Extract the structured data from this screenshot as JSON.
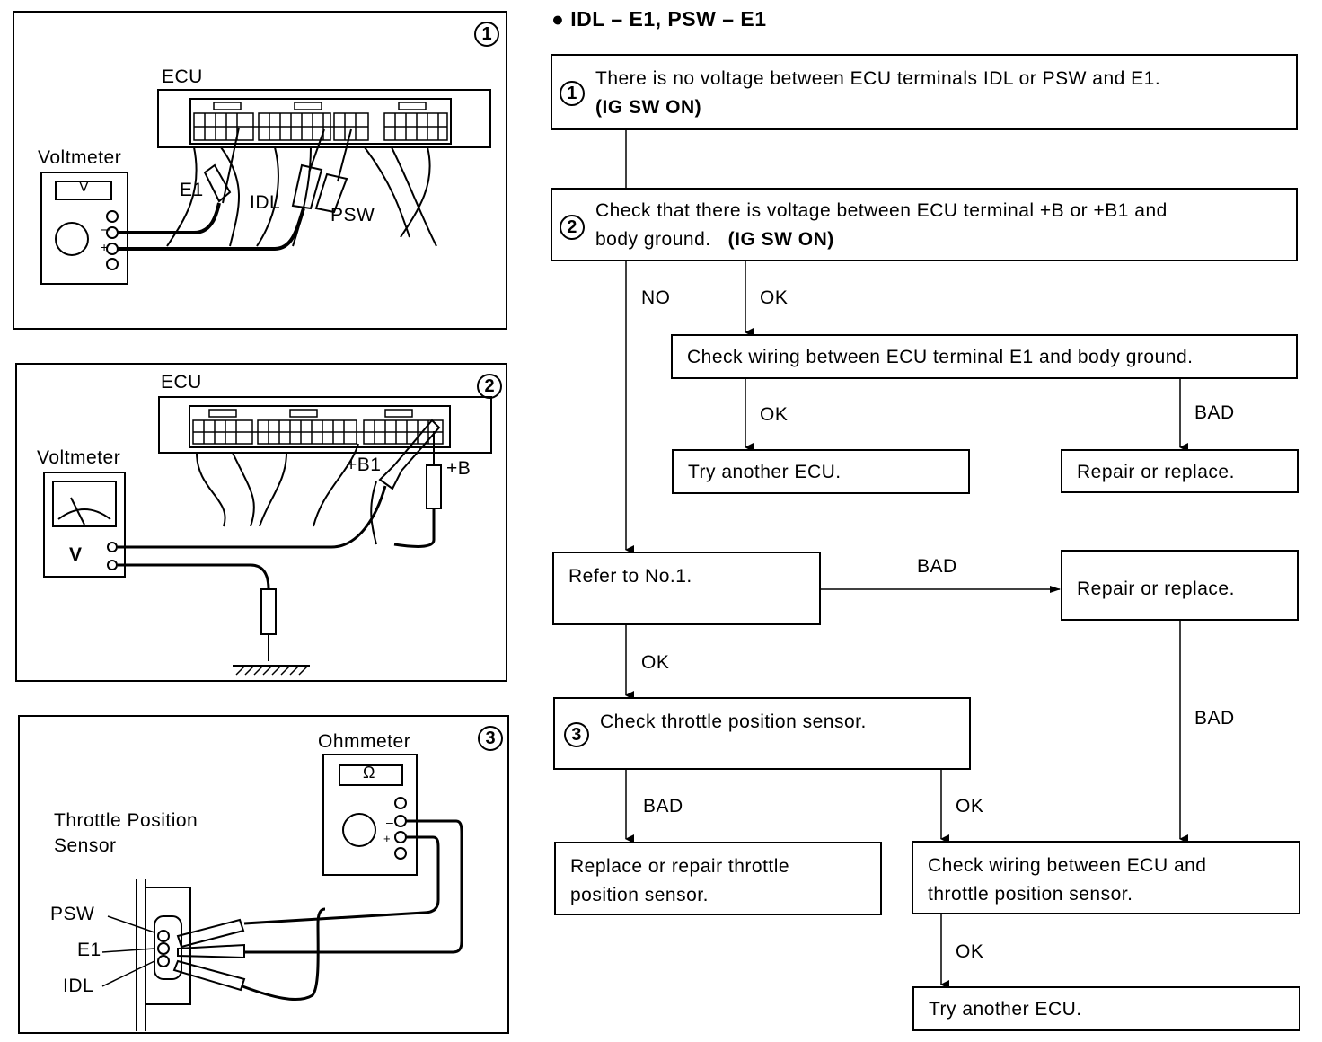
{
  "heading": "IDL – E1, PSW – E1",
  "panels": {
    "p1": {
      "num": "1",
      "ecu": "ECU",
      "meter": "Voltmeter",
      "meter_face": "V",
      "e1": "E1",
      "idl": "IDL",
      "psw": "PSW"
    },
    "p2": {
      "num": "2",
      "ecu": "ECU",
      "meter": "Voltmeter",
      "meter_face": "V",
      "b1": "+B1",
      "b": "+B"
    },
    "p3": {
      "num": "3",
      "meter": "Ohmmeter",
      "meter_face": "Ω",
      "sensor_line1": "Throttle Position",
      "sensor_line2": "Sensor",
      "psw": "PSW",
      "e1": "E1",
      "idl": "IDL"
    }
  },
  "flow": {
    "step1": {
      "num": "1",
      "line1": "There is no voltage between ECU terminals IDL or PSW and E1.",
      "line2": "(IG SW ON)"
    },
    "step2": {
      "num": "2",
      "line1": "Check that there is voltage between ECU terminal +B or +B1 and",
      "line2a": "body ground.",
      "line2b": "(IG SW ON)"
    },
    "check_e1": "Check wiring between ECU terminal E1 and body ground.",
    "try_ecu_1": "Try another ECU.",
    "repair_1": "Repair or replace.",
    "refer": "Refer to No.1.",
    "repair_2": "Repair or replace.",
    "step3": {
      "num": "3",
      "text": "Check throttle position sensor."
    },
    "replace_tps": {
      "line1": "Replace or repair throttle",
      "line2": "position sensor."
    },
    "check_wiring_tps": {
      "line1": "Check wiring between ECU and",
      "line2": "throttle position sensor."
    },
    "try_ecu_2": "Try another ECU.",
    "edges": {
      "no": "NO",
      "ok1": "OK",
      "ok2": "OK",
      "bad1": "BAD",
      "bad2": "BAD",
      "ok3": "OK",
      "bad3": "BAD",
      "bad4": "BAD",
      "ok4": "OK",
      "ok5": "OK"
    }
  }
}
